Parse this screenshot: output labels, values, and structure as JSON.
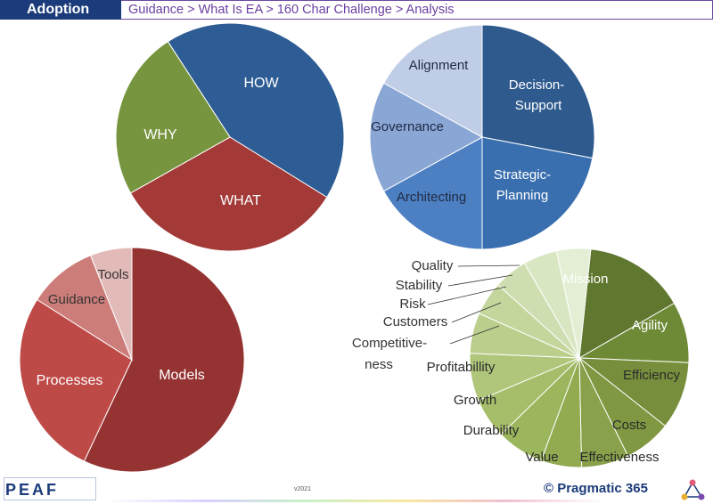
{
  "header": {
    "tab_label": "Adoption",
    "breadcrumb": "Guidance > What Is EA > 160 Char Challenge >  Analysis"
  },
  "footer": {
    "logo_text": "PEAF",
    "version": "v2021",
    "brand": "© Pragmatic 365"
  },
  "chart_data": [
    {
      "type": "pie",
      "categories": [
        "HOW",
        "WHAT",
        "WHY"
      ],
      "values": [
        43,
        33,
        24
      ],
      "colors": [
        "#2e5d95",
        "#a33a38",
        "#76953e"
      ],
      "title": "",
      "legend": "none"
    },
    {
      "type": "pie",
      "categories": [
        "Decision-Support",
        "Strategic-Planning",
        "Architecting",
        "Governance",
        "Alignment"
      ],
      "values": [
        28,
        22,
        17,
        16,
        17
      ],
      "colors": [
        "#2e5a8e",
        "#3a6faf",
        "#4d80c2",
        "#8aa6d4",
        "#c0cde6"
      ],
      "title": "",
      "legend": "none"
    },
    {
      "type": "pie",
      "categories": [
        "Models",
        "Processes",
        "Guidance",
        "Tools"
      ],
      "values": [
        57,
        27,
        10,
        6
      ],
      "colors": [
        "#943332",
        "#be4a47",
        "#cc7d7a",
        "#e2bab8"
      ],
      "title": "",
      "legend": "none"
    },
    {
      "type": "pie",
      "categories": [
        "Mission",
        "Agility",
        "Efficiency",
        "Costs",
        "Effectiveness",
        "Value",
        "Durability",
        "Growth",
        "Profitabillity",
        "Competitive-ness",
        "Customers",
        "Risk",
        "Stability",
        "Quality"
      ],
      "values": [
        15,
        9,
        10,
        7,
        7,
        6,
        7,
        6,
        7,
        6,
        5,
        5,
        5,
        5
      ],
      "colors": [
        "#60772f",
        "#6e8a36",
        "#778f3c",
        "#7f9841",
        "#89a14a",
        "#92ab51",
        "#9bb65d",
        "#a6be6a",
        "#b0c67b",
        "#bbce8c",
        "#c5d69d",
        "#cfdeb0",
        "#d9e6c2",
        "#e3eed4"
      ],
      "title": "",
      "legend": "none"
    }
  ]
}
